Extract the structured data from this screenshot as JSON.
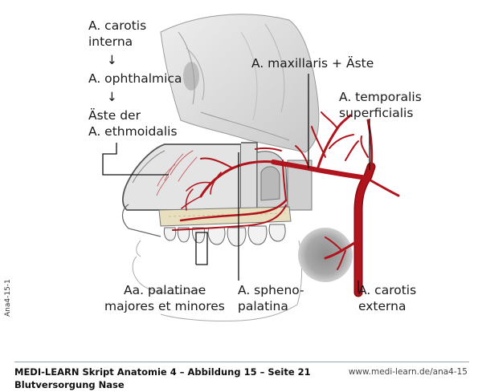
{
  "labels": {
    "carotis_interna_1": "A. carotis",
    "carotis_interna_2": "interna",
    "arrow_1": "↓",
    "ophthalmica": "A. ophthalmica",
    "arrow_2": "↓",
    "ethmoidalis_1": "Äste der",
    "ethmoidalis_2": "A. ethmoidalis",
    "maxillaris": "A. maxillaris + Äste",
    "temporalis_1": "A. temporalis",
    "temporalis_2": "superficialis",
    "palatinae_1": "Aa. palatinae",
    "palatinae_2": "majores et minores",
    "spheno_1": "A. spheno-",
    "spheno_2": "palatina",
    "carotis_externa_1": "A. carotis",
    "carotis_externa_2": "externa"
  },
  "side_code": "Ana4-15-1",
  "footer": {
    "title": "MEDI-LEARN Skript Anatomie 4 – Abbildung 15 – Seite 21",
    "url": "www.medi-learn.de/ana4-15",
    "caption": "Blutversorgung Nase"
  },
  "colors": {
    "artery": "#b0141c",
    "artery_dark": "#8a0c12",
    "bone": "#d9d9d9",
    "bone_dark": "#b8b8b8",
    "palate": "#e7dfbf",
    "text": "#1a1a1a",
    "rule": "#9aa7b3"
  }
}
